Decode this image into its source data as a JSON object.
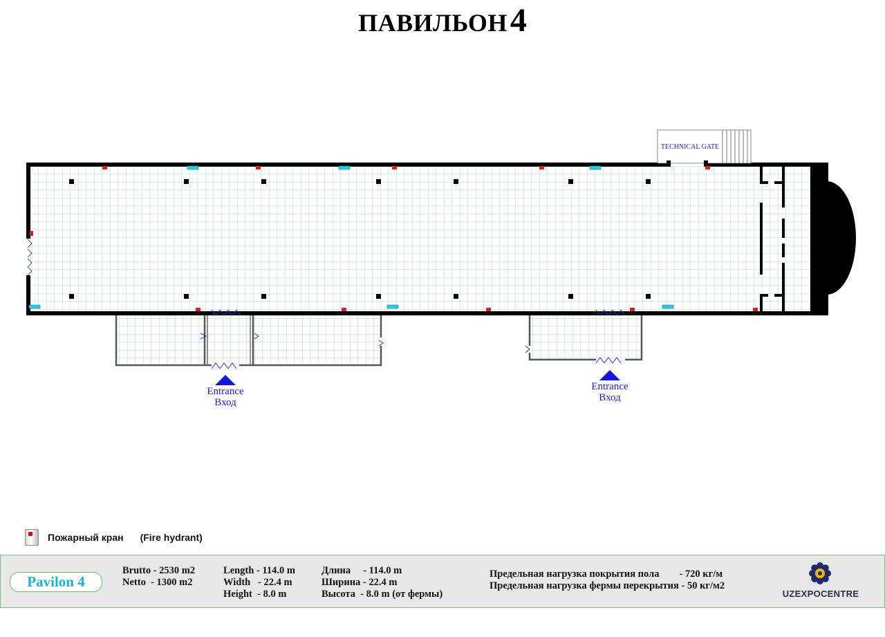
{
  "title": {
    "main": "ПАВИЛЬОН",
    "number": "4"
  },
  "plan": {
    "technical_gate_label": "TECHNICAL GATE",
    "entrances": [
      {
        "line1": "Entrance",
        "line2": "Вход"
      },
      {
        "line1": "Entrance",
        "line2": "Вход"
      }
    ],
    "colors": {
      "wall": "#000000",
      "grid": "#a8ded0",
      "floor": "#ffffff",
      "fire_hydrant": "#e31b1b",
      "cyan_marker": "#21d0e0",
      "entrance_arrow": "#1515e0",
      "door": "#2233cc"
    }
  },
  "legend": {
    "icon": "fire-hydrant-icon",
    "label_ru": "Пожарный кран",
    "label_en": "(Fire hydrant)"
  },
  "info": {
    "badge": "Pavilon 4",
    "areas": [
      "Brutto - 2530 m2",
      "Netto  - 1300 m2"
    ],
    "dimensions_en": [
      "Length - 114.0 m",
      "Width   - 22.4 m",
      "Height  - 8.0 m"
    ],
    "dimensions_ru": [
      "Длина     - 114.0 m",
      "Ширина - 22.4 m",
      "Высота  - 8.0 m (от фермы)"
    ],
    "loads": [
      "Предельная нагрузка покрытия пола        - 720 кг/м",
      "Предельная нагрузка фермы перекрытия - 50 кг/м2"
    ],
    "logo_text": "UZEXPOCENTRE"
  }
}
